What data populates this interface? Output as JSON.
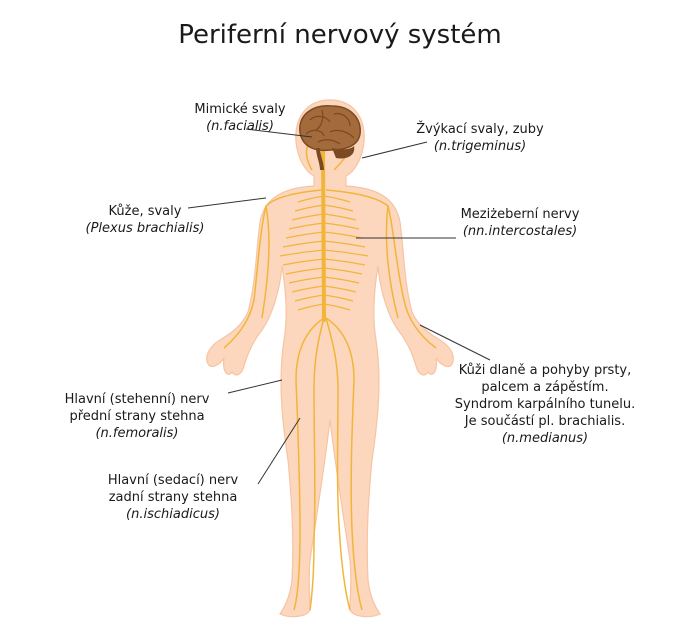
{
  "title": "Periferní nervový systém",
  "colors": {
    "body": "#fcd7bd",
    "body_shadow": "#f6c4a3",
    "nerve": "#f2b53a",
    "brain": "#a36b3b",
    "brain_dark": "#7b4a22",
    "line": "#333333"
  },
  "labels": {
    "facialis": {
      "lines": [
        "Mimické svaly"
      ],
      "latin": "(n.facialis)"
    },
    "trigeminus": {
      "lines": [
        "Žvýkací svaly, zuby"
      ],
      "latin": "(n.trigeminus)"
    },
    "brachialis": {
      "lines": [
        "Kůže, svaly"
      ],
      "latin": "(Plexus brachialis)"
    },
    "intercostales": {
      "lines": [
        "Meziżeberní nervy"
      ],
      "latin": "(nn.intercostales)"
    },
    "medianus": {
      "lines": [
        "Kůži dlaně a pohyby prsty,",
        "palcem a zápěstím.",
        "Syndrom karpálního tunelu.",
        "Je součástí pl. brachialis."
      ],
      "latin": "(n.medianus)"
    },
    "femoralis": {
      "lines": [
        "Hlavní (stehenní) nerv",
        "přední strany stehna"
      ],
      "latin": "(n.femoralis)"
    },
    "ischiadicus": {
      "lines": [
        "Hlavní (sedací) nerv",
        "zadní strany stehna"
      ],
      "latin": "(n.ischiadicus)"
    }
  }
}
